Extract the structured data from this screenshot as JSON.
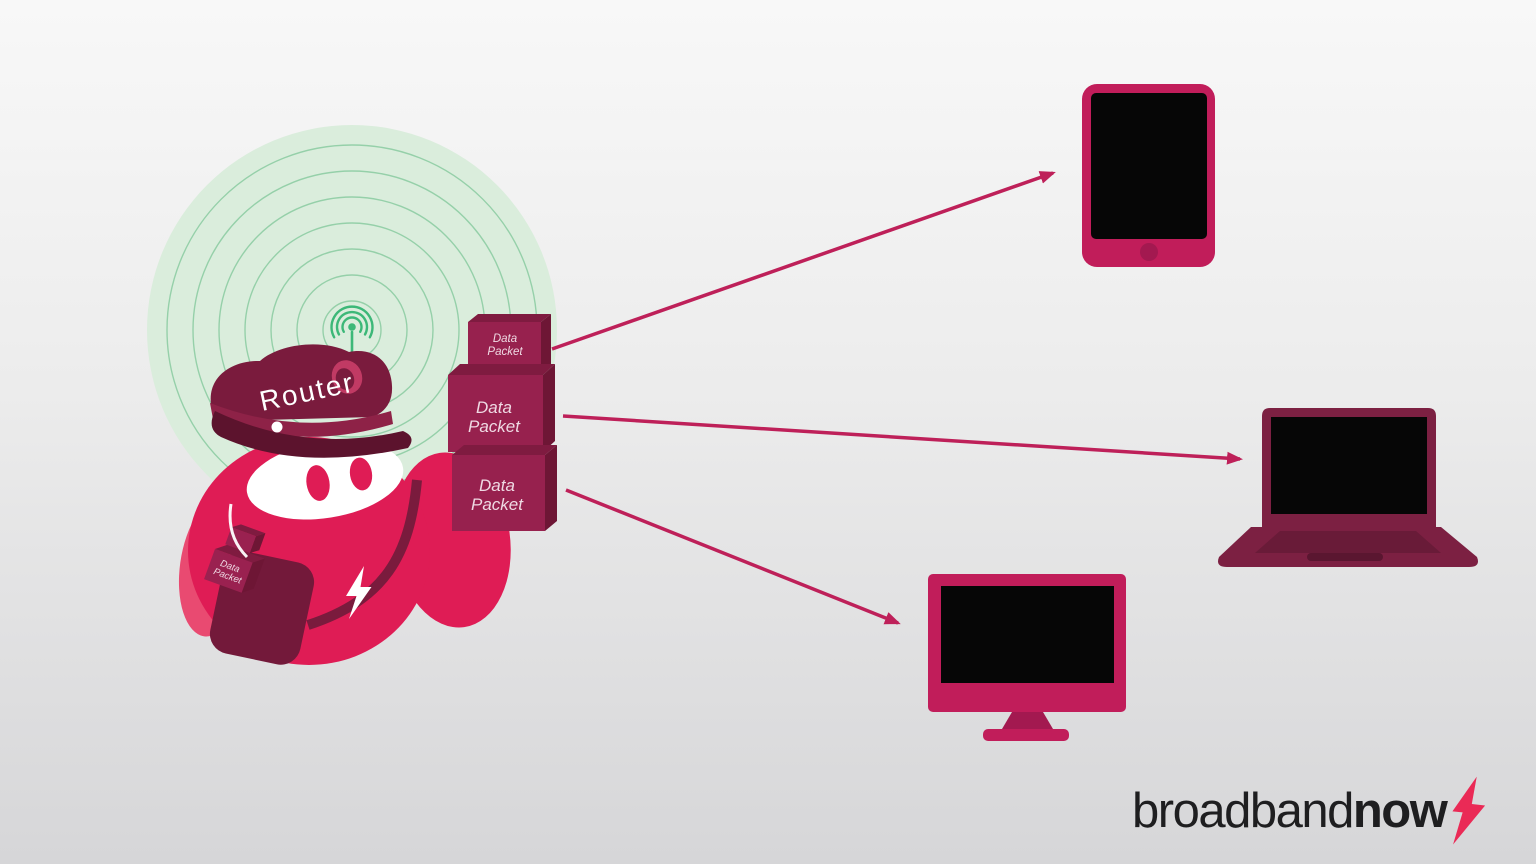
{
  "mascot": {
    "hat_label": "Router",
    "bag_packet": {
      "line1": "Data",
      "line2": "Packet"
    }
  },
  "packets": [
    {
      "line1": "Data",
      "line2": "Packet"
    },
    {
      "line1": "Data",
      "line2": "Packet"
    },
    {
      "line1": "Data",
      "line2": "Packet"
    }
  ],
  "devices": [
    "tablet",
    "laptop",
    "desktop-monitor"
  ],
  "logo": {
    "brand_regular": "broadband",
    "brand_bold": "now"
  },
  "colors": {
    "background_top": "#F8F8F8",
    "background_bottom": "#D6D6D8",
    "mascot_pink": "#DF1C55",
    "mascot_arm_pink": "#E94A71",
    "mascot_maroon": "#7A1B3D",
    "hat_visor": "#5C132D",
    "packet_box_front": "#97214E",
    "packet_box_side": "#6E1636",
    "packet_box_top": "#7F1B40",
    "packet_text": "#EFD9E3",
    "arrow": "#BE2059",
    "device_frame": "#C11D5A",
    "device_accent_dark": "#A31950",
    "laptop_body": "#7C2042",
    "screen_black": "#060606",
    "wifi_fill": "#DAEDDC",
    "wifi_ring": "#8ACBA1",
    "wifi_icon_green": "#3CB878",
    "logo_text": "#1E1E20",
    "logo_bolt": "#EA2A56"
  }
}
